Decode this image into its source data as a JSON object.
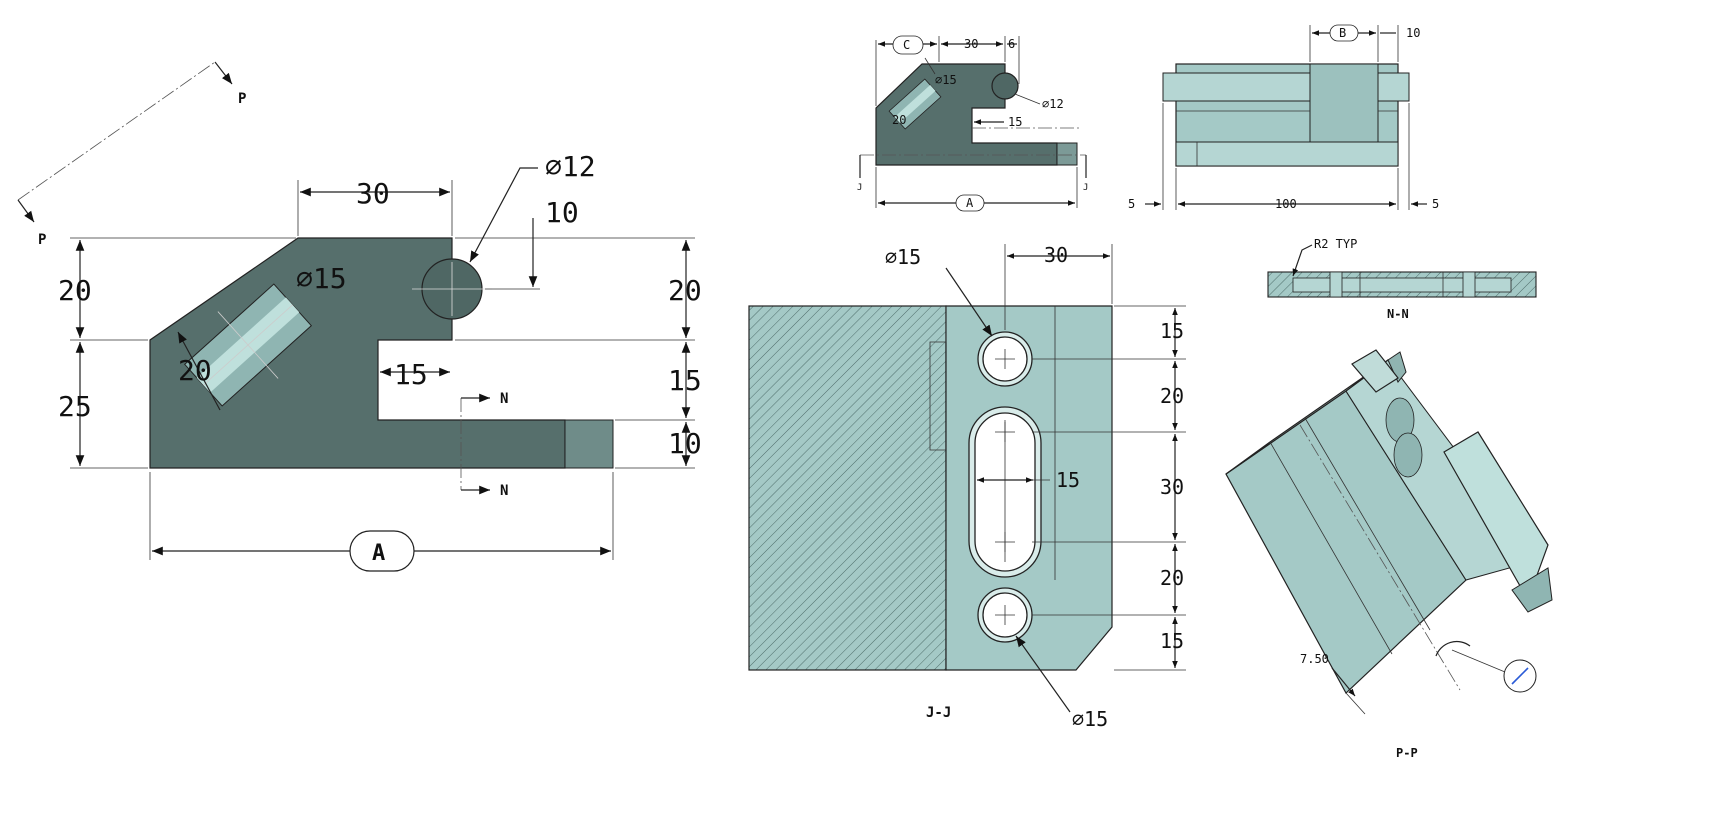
{
  "colors": {
    "part_dark": "#566f6c",
    "part_light": "#a4c9c6",
    "part_highlight": "#b5d6d3",
    "line": "#222222",
    "background": "#ffffff"
  },
  "main_view": {
    "dims": {
      "d30": "30",
      "d12": "∅12",
      "d10_top": "10",
      "d20_left": "20",
      "d25": "25",
      "d15_hole": "∅15",
      "d20_slot": "20",
      "d15_notch": "15",
      "d20_right": "20",
      "d15_right": "15",
      "d10_right": "10",
      "A": "A"
    },
    "section_marks": {
      "p_top": "P",
      "p_left": "P",
      "n_top": "N",
      "n_bottom": "N"
    }
  },
  "small_front_view": {
    "dims": {
      "C": "C",
      "d30": "30",
      "d6": "6",
      "d15": "∅15",
      "d12": "∅12",
      "d20": "20",
      "d15_mid": "15",
      "A": "A"
    },
    "section_marks": {
      "j_left": "J",
      "j_right": "J"
    }
  },
  "top_view": {
    "dims": {
      "B": "B",
      "d10": "10",
      "d5_left": "5",
      "d100": "100",
      "d5_right": "5"
    }
  },
  "section_jj": {
    "dims": {
      "d15_top": "∅15",
      "d30": "30",
      "d15_a": "15",
      "d20_a": "20",
      "d30_b": "30",
      "d20_b": "20",
      "d15_b": "15",
      "d15_slot": "15",
      "d15_bottom": "∅15"
    },
    "label": "J-J"
  },
  "section_nn": {
    "note": "R2 TYP",
    "label": "N-N"
  },
  "section_pp": {
    "dims": {
      "d7_50": "7.50"
    },
    "label": "P-P"
  }
}
